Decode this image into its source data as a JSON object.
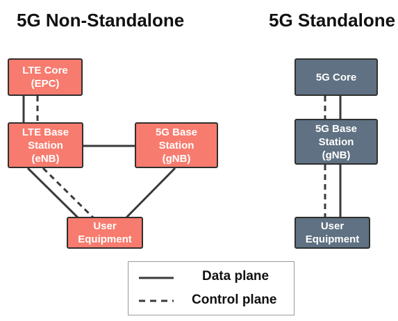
{
  "titles": {
    "nsa": "5G Non-Standalone",
    "sa": "5G Standalone"
  },
  "nodes": {
    "lte_core": "LTE Core\n(EPC)",
    "lte_base": "LTE Base\nStation\n(eNB)",
    "nsa_5g_base": "5G Base\nStation\n(gNB)",
    "nsa_ue": "User\nEquipment",
    "sa_core": "5G Core",
    "sa_base": "5G Base\nStation\n(gNB)",
    "sa_ue": "User\nEquipment"
  },
  "legend": {
    "data_plane": "Data plane",
    "control_plane": "Control plane"
  },
  "colors": {
    "nsa_fill": "#f77b6e",
    "sa_fill": "#5f7182",
    "outline": "#2f2f2f"
  }
}
